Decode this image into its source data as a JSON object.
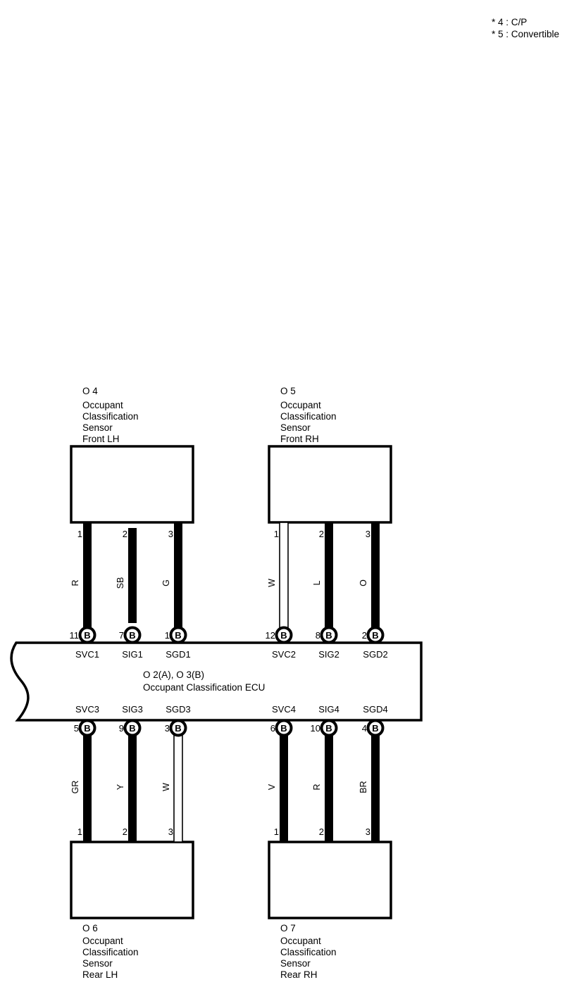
{
  "notes": [
    "* 4 : C/P",
    "* 5 : Convertible"
  ],
  "ecu": {
    "id": "O 2(A), O 3(B)",
    "name": "Occupant Classification ECU"
  },
  "components": {
    "front_lh": {
      "id": "O 4",
      "lines": [
        "Occupant",
        "Classification",
        "Sensor",
        "Front LH"
      ]
    },
    "front_rh": {
      "id": "O 5",
      "lines": [
        "Occupant",
        "Classification",
        "Sensor",
        "Front RH"
      ]
    },
    "rear_lh": {
      "id": "O 6",
      "lines": [
        "Occupant",
        "Classification",
        "Sensor",
        "Rear LH"
      ]
    },
    "rear_rh": {
      "id": "O 7",
      "lines": [
        "Occupant",
        "Classification",
        "Sensor",
        "Rear RH"
      ]
    }
  },
  "connector_tag": "B",
  "wires": [
    {
      "component": "front_lh",
      "sensor_pin": "1",
      "ecu_pin": "11",
      "terminal": "SVC1",
      "color_code": "R",
      "fill": "#000000"
    },
    {
      "component": "front_lh",
      "sensor_pin": "2",
      "ecu_pin": "7",
      "terminal": "SIG1",
      "color_code": "SB",
      "fill": "#000000"
    },
    {
      "component": "front_lh",
      "sensor_pin": "3",
      "ecu_pin": "1",
      "terminal": "SGD1",
      "color_code": "G",
      "fill": "#000000"
    },
    {
      "component": "front_rh",
      "sensor_pin": "1",
      "ecu_pin": "12",
      "terminal": "SVC2",
      "color_code": "W",
      "fill": "#ffffff"
    },
    {
      "component": "front_rh",
      "sensor_pin": "2",
      "ecu_pin": "8",
      "terminal": "SIG2",
      "color_code": "L",
      "fill": "#000000"
    },
    {
      "component": "front_rh",
      "sensor_pin": "3",
      "ecu_pin": "2",
      "terminal": "SGD2",
      "color_code": "O",
      "fill": "#000000"
    },
    {
      "component": "rear_lh",
      "sensor_pin": "1",
      "ecu_pin": "5",
      "terminal": "SVC3",
      "color_code": "GR",
      "fill": "#000000"
    },
    {
      "component": "rear_lh",
      "sensor_pin": "2",
      "ecu_pin": "9",
      "terminal": "SIG3",
      "color_code": "Y",
      "fill": "#000000"
    },
    {
      "component": "rear_lh",
      "sensor_pin": "3",
      "ecu_pin": "3",
      "terminal": "SGD3",
      "color_code": "W",
      "fill": "#ffffff"
    },
    {
      "component": "rear_rh",
      "sensor_pin": "1",
      "ecu_pin": "6",
      "terminal": "SVC4",
      "color_code": "V",
      "fill": "#000000"
    },
    {
      "component": "rear_rh",
      "sensor_pin": "2",
      "ecu_pin": "10",
      "terminal": "SIG4",
      "color_code": "R",
      "fill": "#000000"
    },
    {
      "component": "rear_rh",
      "sensor_pin": "3",
      "ecu_pin": "4",
      "terminal": "SGD4",
      "color_code": "BR",
      "fill": "#000000"
    }
  ]
}
